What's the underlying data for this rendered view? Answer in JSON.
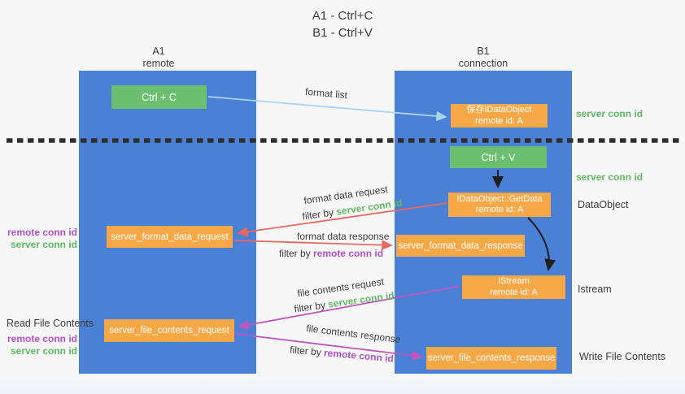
{
  "title": {
    "line1": "A1 - Ctrl+C",
    "line2": "B1 - Ctrl+V"
  },
  "lifelines": {
    "a1": {
      "id": "A1",
      "role": "remote"
    },
    "b1": {
      "id": "B1",
      "role": "connection"
    }
  },
  "nodes": {
    "ctrl_c": {
      "label": "Ctrl + C"
    },
    "ctrl_v": {
      "label": "Ctrl + V"
    },
    "save_dataobject": {
      "line1": "保存IDataObject",
      "line2": "remote id: A"
    },
    "getdata": {
      "line1": "IDataObject::GetData",
      "line2": "remote id: A"
    },
    "istream": {
      "line1": "IStream",
      "line2": "remote id: A"
    },
    "format_request": {
      "label": "server_format_data_request"
    },
    "format_response": {
      "label": "server_format_data_response"
    },
    "file_request": {
      "label": "server_file_contents_request"
    },
    "file_response": {
      "label": "server_file_contents_response"
    }
  },
  "labels": {
    "format_list": "format list",
    "format_data_request": "format data request",
    "format_data_response": "format data response",
    "file_contents_request": "file contents request",
    "file_contents_response": "file contents response",
    "filter_by": "filter by",
    "server_conn_id": "server conn id",
    "remote_conn_id": "remote conn id",
    "dataobject": "DataObject",
    "istream": "Istream",
    "read_file_contents": "Read File Contents",
    "write_file_contents": "Write File Contents"
  },
  "colors": {
    "lifeline_blue": "#4a80d6",
    "box_green": "#6cbf70",
    "box_orange": "#f7a846",
    "arrow_red": "#e9675f",
    "arrow_magenta": "#c055c0",
    "arrow_lightblue": "#a9d4f2",
    "arrow_black": "#1f1f1f",
    "divider_black": "#2e2e2e",
    "text_green": "#5eb961",
    "text_purple": "#b050c8",
    "text_dark": "#3b3b3b"
  }
}
